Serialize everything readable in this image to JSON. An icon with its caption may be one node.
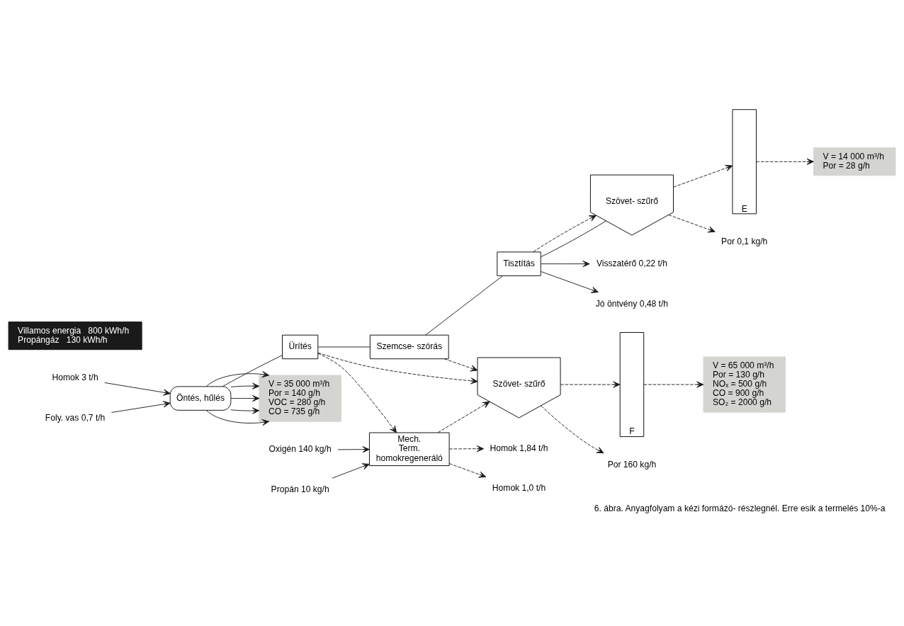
{
  "diagram": {
    "caption": "6. ábra. Anyagfolyam a kézi formázó- részlegnél. Erre esik a termelés 10%-a",
    "nodes": [
      {
        "text": [
          "Homok 3 t/h"
        ]
      },
      {
        "text": [
          "Foly. vas 0,7 t/h"
        ]
      },
      {
        "text": [
          "Öntés, hűlés"
        ]
      },
      {
        "text": [
          "Ürítés"
        ]
      },
      {
        "text": [
          "Szemcse- szórás"
        ]
      },
      {
        "text": [
          "Tisztítás"
        ]
      },
      {
        "text": [
          "Szövet- szűrő"
        ]
      },
      {
        "text": [
          "E"
        ]
      },
      {
        "text": [
          "F"
        ]
      },
      {
        "text": [
          "Mech.",
          "Term.",
          "homokregeneráló"
        ]
      },
      {
        "text": [
          "Oxigén 140 kg/h"
        ]
      },
      {
        "text": [
          "Propán 10 kg/h"
        ]
      },
      {
        "text": [
          "Szövet- szűrő"
        ]
      },
      {
        "text": [
          "Homok 1,84 t/h"
        ]
      },
      {
        "text": [
          "Homok 1,0 t/h"
        ]
      },
      {
        "text": [
          "Por 160 kg/h"
        ]
      },
      {
        "text": [
          "Por 0,1 kg/h"
        ]
      },
      {
        "text": [
          "Visszatérő 0,22 t/h"
        ]
      },
      {
        "text": [
          "Jó öntvény 0,48 t/h"
        ]
      },
      {
        "text": [
          "V = 35 000 m³/h",
          "Por = 140 g/h",
          "VOC = 280 g/h",
          "CO = 735 g/h"
        ]
      },
      {
        "text": [
          "V = 14 000 m³/h",
          "Por = 28 g/h"
        ]
      },
      {
        "text": [
          "V = 65 000 m³/h",
          "Por = 130 g/h",
          "NOₓ = 500 g/h",
          "CO = 900 g/h",
          "SO₂ = 2000 g/h"
        ]
      },
      {
        "text": [
          "Villamos energia",
          "800 kWh/h",
          "Propángáz",
          "130 kWh/h"
        ]
      }
    ],
    "edges": [
      {
        "from": 0,
        "to": 2,
        "arrow": "to"
      },
      {
        "from": 1,
        "to": 2,
        "arrow": "to"
      },
      {
        "from": 2,
        "to": 19,
        "arrow": "to"
      },
      {
        "from": 2,
        "to": 19,
        "arrow": "to"
      },
      {
        "from": 2,
        "to": 19,
        "arrow": "to"
      },
      {
        "from": 2,
        "to": 19,
        "arrow": "to"
      },
      {
        "from": 2,
        "to": 19,
        "arrow": "to"
      },
      {
        "from": 2,
        "to": 3,
        "arrow": "none"
      },
      {
        "from": 3,
        "to": 4,
        "arrow": "none"
      },
      {
        "from": 4,
        "to": 5,
        "arrow": "none"
      },
      {
        "from": 5,
        "to": 6,
        "arrow": "none"
      },
      {
        "from": 5,
        "to": 17,
        "arrow": "to"
      },
      {
        "from": 5,
        "to": 18,
        "arrow": "to"
      },
      {
        "from": 3,
        "to": 12,
        "arrow": "to",
        "style": "dashed"
      },
      {
        "from": 4,
        "to": 12,
        "arrow": "to",
        "style": "dashed"
      },
      {
        "from": 9,
        "to": 12,
        "arrow": "to",
        "style": "dashed"
      },
      {
        "from": 3,
        "to": 9,
        "arrow": "to",
        "style": "dashed"
      },
      {
        "from": 5,
        "to": 6,
        "arrow": "to",
        "style": "dashed"
      },
      {
        "from": 6,
        "to": 7,
        "arrow": "to",
        "style": "dashed"
      },
      {
        "from": 12,
        "to": 8,
        "arrow": "to",
        "style": "dashed"
      },
      {
        "from": 6,
        "to": 16,
        "arrow": "to",
        "style": "dashed"
      },
      {
        "from": 12,
        "to": 15,
        "arrow": "to",
        "style": "dashed"
      },
      {
        "from": 10,
        "to": 9,
        "arrow": "to"
      },
      {
        "from": 11,
        "to": 9,
        "arrow": "to"
      },
      {
        "from": 9,
        "to": 13,
        "arrow": "to",
        "style": "dashed"
      },
      {
        "from": 9,
        "to": 14,
        "arrow": "to",
        "style": "dashed"
      },
      {
        "from": 7,
        "to": 20,
        "arrow": "to",
        "style": "dashed"
      },
      {
        "from": 8,
        "to": 21,
        "arrow": "to",
        "style": "dashed"
      }
    ]
  }
}
